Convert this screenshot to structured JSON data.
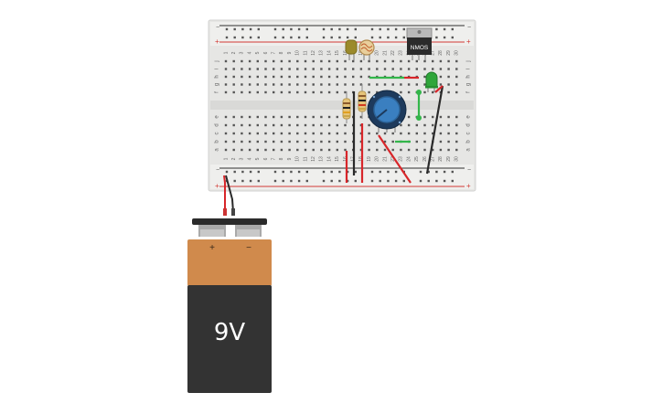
{
  "breadboard": {
    "columns": 30,
    "column_numbers_top": [
      "1",
      "2",
      "3",
      "4",
      "5",
      "6",
      "7",
      "8",
      "9",
      "10",
      "11",
      "12",
      "13",
      "14",
      "15",
      "16",
      "17",
      "18",
      "19",
      "20",
      "21",
      "22",
      "23",
      "24",
      "25",
      "26",
      "27",
      "28",
      "29",
      "30"
    ],
    "row_letters_top": [
      "j",
      "i",
      "h",
      "g",
      "f"
    ],
    "row_letters_bottom": [
      "e",
      "d",
      "c",
      "b",
      "a"
    ],
    "rail_minus": "−",
    "rail_plus": "+"
  },
  "components": {
    "regulator_label": "NMOS",
    "battery_label": "9V",
    "battery_plus": "+",
    "battery_minus": "−"
  },
  "colors": {
    "board": "#e8e8e6",
    "rail_red": "#d33a35",
    "rail_black": "#2f2f2f",
    "wire_red": "#d8262a",
    "wire_black": "#2a2a2a",
    "wire_green": "#33b64a",
    "led_green": "#2fa63a",
    "pot_blue": "#3a7fc0",
    "battery_copper": "#d08a4c",
    "battery_body": "#333333"
  }
}
